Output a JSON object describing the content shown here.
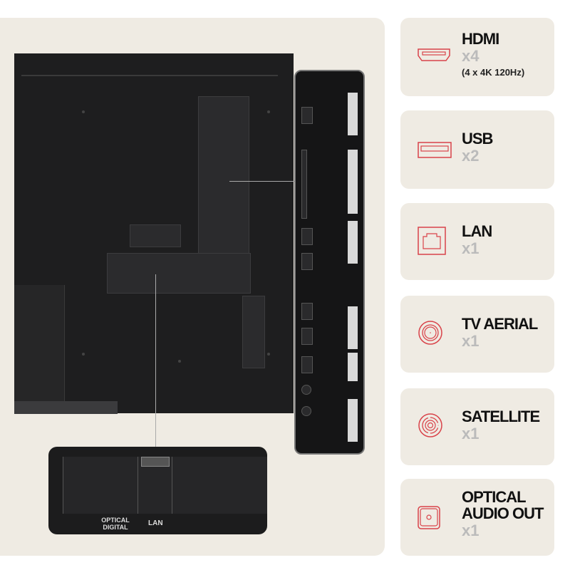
{
  "accent_color": "#d9434a",
  "inset": {
    "labels": [
      "OPTICAL DIGITAL",
      "LAN"
    ]
  },
  "ports": [
    {
      "name": "HDMI",
      "count": "x4",
      "note": "(4 x 4K 120Hz)",
      "icon": "hdmi-port-icon"
    },
    {
      "name": "USB",
      "count": "x2",
      "icon": "usb-port-icon"
    },
    {
      "name": "LAN",
      "count": "x1",
      "icon": "lan-port-icon"
    },
    {
      "name": "TV AERIAL",
      "count": "x1",
      "icon": "aerial-port-icon"
    },
    {
      "name": "SATELLITE",
      "count": "x1",
      "icon": "satellite-port-icon"
    },
    {
      "name": "OPTICAL AUDIO OUT",
      "count": "x1",
      "icon": "optical-port-icon"
    }
  ]
}
